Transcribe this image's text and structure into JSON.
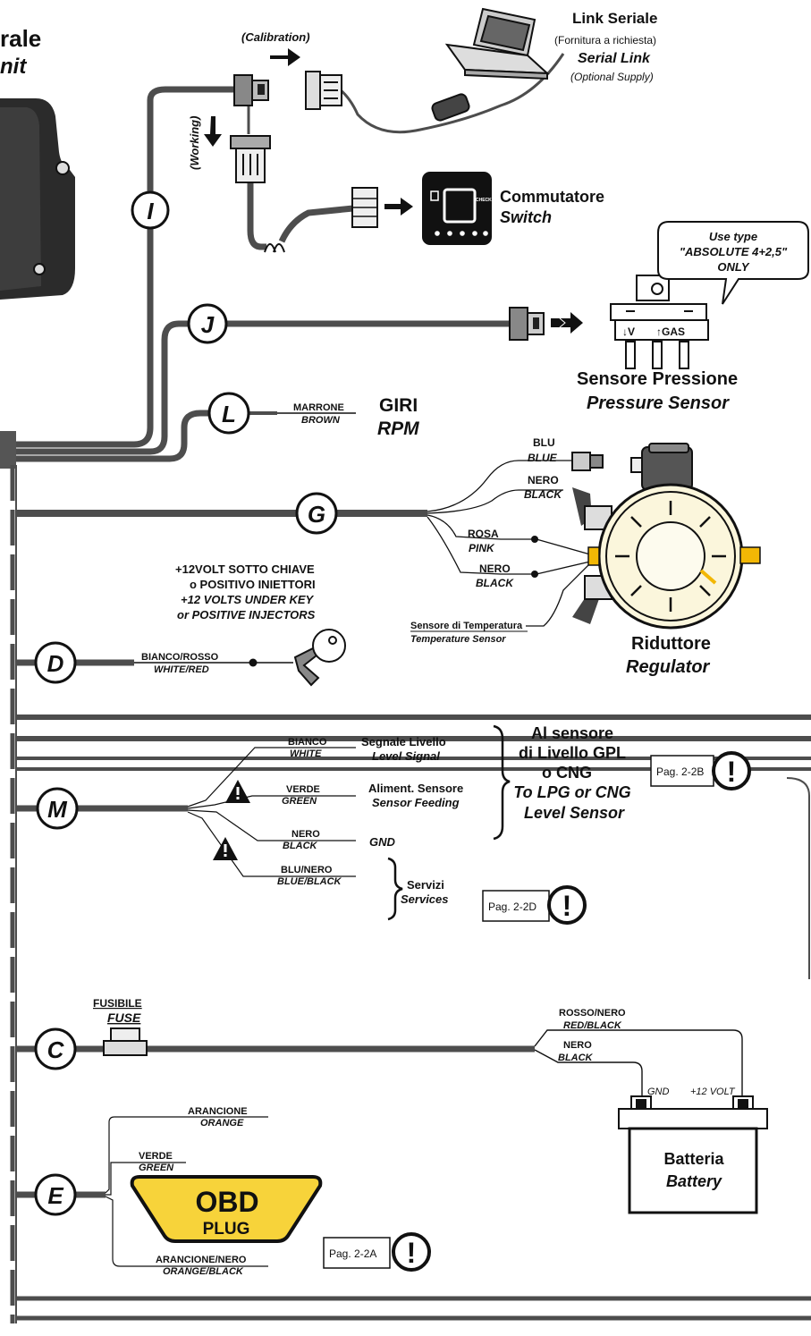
{
  "header": {
    "title_line1_fragment": "rale",
    "title_line2_fragment": "nit"
  },
  "connectors": {
    "I": "I",
    "J": "J",
    "L": "L",
    "G": "G",
    "D": "D",
    "M": "M",
    "C": "C",
    "E": "E"
  },
  "serial": {
    "calibration": "(Calibration)",
    "working": "(Working)",
    "it_title": "Link Seriale",
    "it_sub": "(Fornitura a richiesta)",
    "en_title": "Serial Link",
    "en_sub": "(Optional Supply)"
  },
  "switch": {
    "it": "Commutatore",
    "en": "Switch",
    "check": "CHECK"
  },
  "pressure": {
    "note1": "Use type",
    "note2": "\"ABSOLUTE 4+2,5\"",
    "note3": "ONLY",
    "port_v": "↓V",
    "port_gas": "↑GAS",
    "it": "Sensore Pressione",
    "en": "Pressure Sensor"
  },
  "rpm": {
    "wire_it": "MARRONE",
    "wire_en": "BROWN",
    "it": "GIRI",
    "en": "RPM"
  },
  "regulator": {
    "blu_it": "BLU",
    "blu_en": "BLUE",
    "nero1_it": "NERO",
    "nero1_en": "BLACK",
    "rosa_it": "ROSA",
    "rosa_en": "PINK",
    "nero2_it": "NERO",
    "nero2_en": "BLACK",
    "temp_it": "Sensore di Temperatura",
    "temp_en": "Temperature Sensor",
    "it": "Riduttore",
    "en": "Regulator"
  },
  "key": {
    "l1": "+12VOLT SOTTO CHIAVE",
    "l2": "o POSITIVO INIETTORI",
    "l3": "+12 VOLTS UNDER KEY",
    "l4": "or POSITIVE INJECTORS",
    "wire_it": "BIANCO/ROSSO",
    "wire_en": "WHITE/RED"
  },
  "level": {
    "w1_it": "BIANCO",
    "w1_en": "WHITE",
    "w2_it": "VERDE",
    "w2_en": "GREEN",
    "w3_it": "NERO",
    "w3_en": "BLACK",
    "w4_it": "BLU/NERO",
    "w4_en": "BLUE/BLACK",
    "s1_it": "Segnale Livello",
    "s1_en": "Level Signal",
    "s2_it": "Aliment. Sensore",
    "s2_en": "Sensor Feeding",
    "gnd": "GND",
    "serv_it": "Servizi",
    "serv_en": "Services",
    "big1": "Al sensore",
    "big2": "di Livello GPL",
    "big3": "o CNG",
    "big4": "To LPG or CNG",
    "big5": "Level Sensor",
    "ref_b": "Pag. 2-2B",
    "ref_d": "Pag. 2-2D"
  },
  "battery": {
    "fuse_it": "FUSIBILE",
    "fuse_en": "FUSE",
    "red_it": "ROSSO/NERO",
    "red_en": "RED/BLACK",
    "blk_it": "NERO",
    "blk_en": "BLACK",
    "gnd": "GND",
    "plus": "+12 VOLT",
    "it": "Batteria",
    "en": "Battery"
  },
  "obd": {
    "w1_it": "ARANCIONE",
    "w1_en": "ORANGE",
    "w2_it": "VERDE",
    "w2_en": "GREEN",
    "w3_it": "ARANCIONE/NERO",
    "w3_en": "ORANGE/BLACK",
    "line1": "OBD",
    "line2": "PLUG",
    "ref": "Pag. 2-2A"
  },
  "warn": "!",
  "colors": {
    "wire": "#4d4d4d",
    "obd_fill": "#f7d33a",
    "regulator_fill": "#fbf6dc",
    "port_yellow": "#f2b705",
    "ecu_body": "#2b2b2b"
  }
}
